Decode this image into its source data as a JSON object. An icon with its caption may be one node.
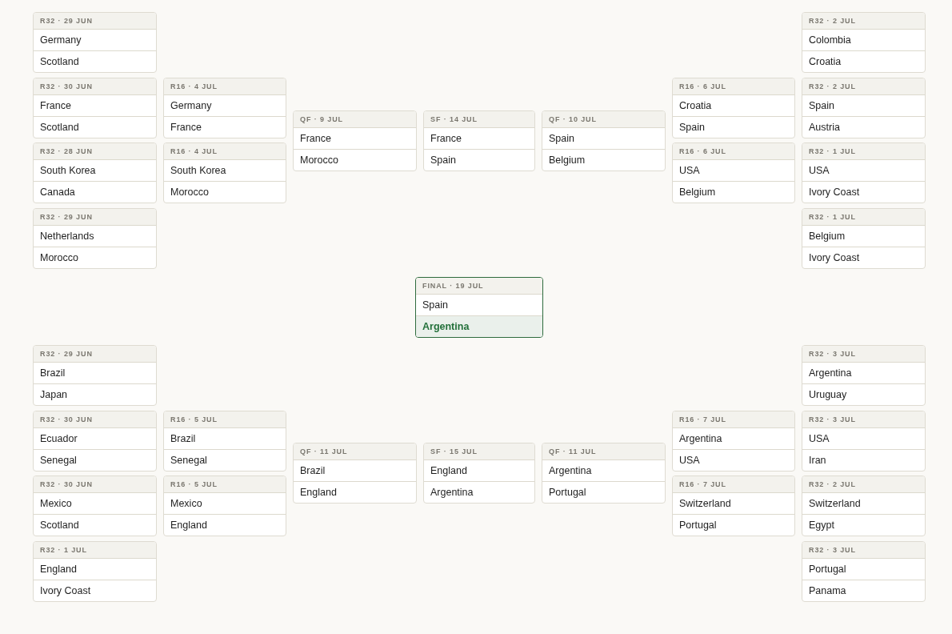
{
  "diagram": {
    "nodes": [
      {
        "text": [
          "R32 · 29 JUN",
          "Germany",
          "Scotland"
        ]
      },
      {
        "text": [
          "R32 · 2 JUL",
          "Colombia",
          "Croatia"
        ]
      },
      {
        "text": [
          "R32 · 30 JUN",
          "France",
          "Scotland"
        ]
      },
      {
        "text": [
          "R16 · 4 JUL",
          "Germany",
          "France"
        ]
      },
      {
        "text": [
          "R16 · 6 JUL",
          "Croatia",
          "Spain"
        ]
      },
      {
        "text": [
          "R32 · 2 JUL",
          "Spain",
          "Austria"
        ]
      },
      {
        "text": [
          "QF · 9 JUL",
          "France",
          "Morocco"
        ]
      },
      {
        "text": [
          "SF · 14 JUL",
          "France",
          "Spain"
        ]
      },
      {
        "text": [
          "QF · 10 JUL",
          "Spain",
          "Belgium"
        ]
      },
      {
        "text": [
          "R32 · 28 JUN",
          "South Korea",
          "Canada"
        ]
      },
      {
        "text": [
          "R16 · 4 JUL",
          "South Korea",
          "Morocco"
        ]
      },
      {
        "text": [
          "R16 · 6 JUL",
          "USA",
          "Belgium"
        ]
      },
      {
        "text": [
          "R32 · 1 JUL",
          "USA",
          "Ivory Coast"
        ]
      },
      {
        "text": [
          "R32 · 29 JUN",
          "Netherlands",
          "Morocco"
        ]
      },
      {
        "text": [
          "R32 · 1 JUL",
          "Belgium",
          "Ivory Coast"
        ]
      },
      {
        "text": [
          "FINAL · 19 JUL",
          "Spain",
          "Argentina"
        ]
      },
      {
        "text": [
          "R32 · 29 JUN",
          "Brazil",
          "Japan"
        ]
      },
      {
        "text": [
          "R32 · 3 JUL",
          "Argentina",
          "Uruguay"
        ]
      },
      {
        "text": [
          "R32 · 30 JUN",
          "Ecuador",
          "Senegal"
        ]
      },
      {
        "text": [
          "R16 · 5 JUL",
          "Brazil",
          "Senegal"
        ]
      },
      {
        "text": [
          "R16 · 7 JUL",
          "Argentina",
          "USA"
        ]
      },
      {
        "text": [
          "R32 · 3 JUL",
          "USA",
          "Iran"
        ]
      },
      {
        "text": [
          "QF · 11 JUL",
          "Brazil",
          "England"
        ]
      },
      {
        "text": [
          "SF · 15 JUL",
          "England",
          "Argentina"
        ]
      },
      {
        "text": [
          "QF · 11 JUL",
          "Argentina",
          "Portugal"
        ]
      },
      {
        "text": [
          "R32 · 30 JUN",
          "Mexico",
          "Scotland"
        ]
      },
      {
        "text": [
          "R16 · 5 JUL",
          "Mexico",
          "England"
        ]
      },
      {
        "text": [
          "R16 · 7 JUL",
          "Switzerland",
          "Portugal"
        ]
      },
      {
        "text": [
          "R32 · 2 JUL",
          "Switzerland",
          "Egypt"
        ]
      },
      {
        "text": [
          "R32 · 1 JUL",
          "England",
          "Ivory Coast"
        ]
      },
      {
        "text": [
          "R32 · 3 JUL",
          "Portugal",
          "Panama"
        ]
      }
    ]
  }
}
